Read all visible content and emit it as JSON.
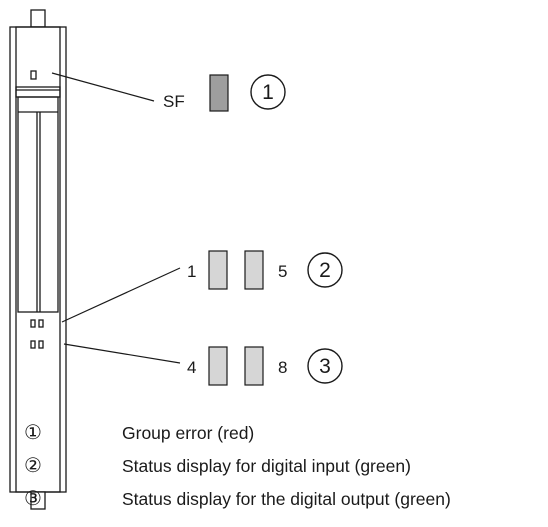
{
  "callouts": {
    "sf_label": "SF",
    "marker_1": "1",
    "marker_2": "2",
    "marker_3": "3",
    "row2_left": "1",
    "row2_right": "5",
    "row3_left": "4",
    "row3_right": "8"
  },
  "colors": {
    "sf_led": "#9e9e9e",
    "status_led": "#d6d6d6",
    "outline": "#1a1a1a"
  },
  "legend": [
    {
      "marker": "①",
      "text": "Group error (red)"
    },
    {
      "marker": "②",
      "text": "Status display for digital input (green)"
    },
    {
      "marker": "③",
      "text": "Status display for the digital output (green)"
    }
  ]
}
